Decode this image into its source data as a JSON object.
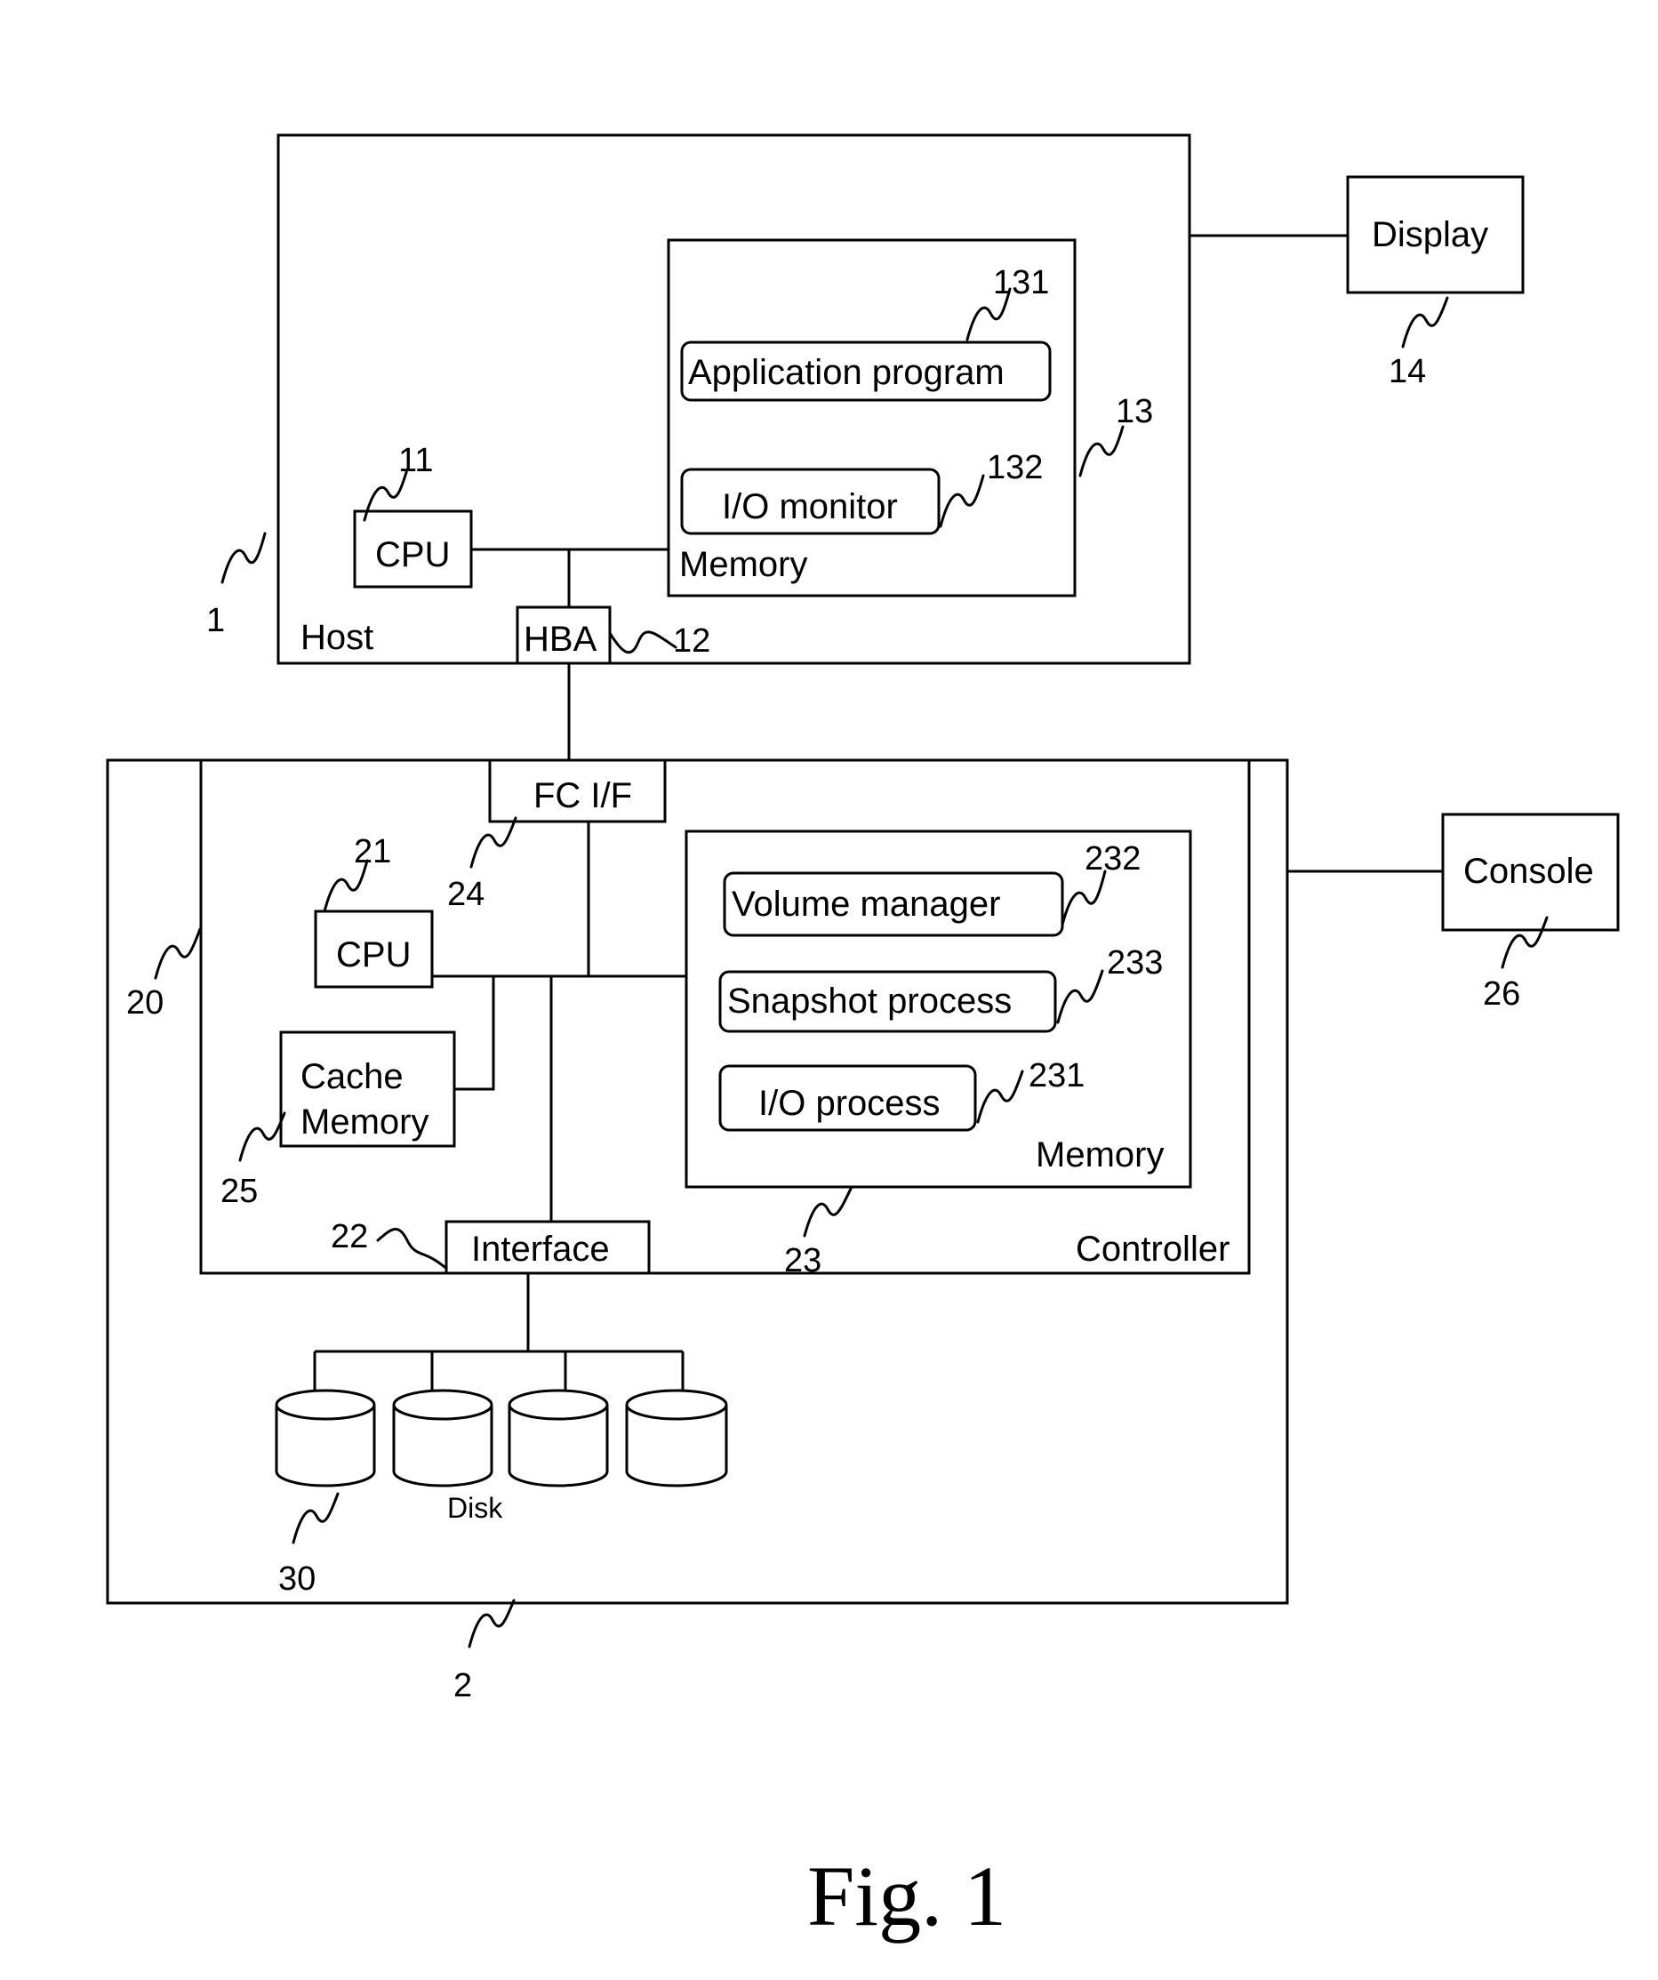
{
  "host": {
    "label": "Host",
    "ref": "1",
    "cpu": {
      "label": "CPU",
      "ref": "11"
    },
    "hba": {
      "label": "HBA",
      "ref": "12"
    },
    "memory": {
      "label": "Memory",
      "ref": "13",
      "application_program": {
        "label": "Application program",
        "ref": "131"
      },
      "io_monitor": {
        "label": "I/O monitor",
        "ref": "132"
      }
    }
  },
  "display": {
    "label": "Display",
    "ref": "14"
  },
  "storage": {
    "ref": "2",
    "controller": {
      "label": "Controller",
      "ref": "20",
      "cpu": {
        "label": "CPU",
        "ref": "21"
      },
      "fc_if": {
        "label": "FC I/F",
        "ref": "24"
      },
      "cache_memory": {
        "label_line1": "Cache",
        "label_line2": "Memory",
        "ref": "25"
      },
      "interface": {
        "label": "Interface",
        "ref": "22"
      },
      "memory": {
        "label": "Memory",
        "ref": "23",
        "volume_manager": {
          "label": "Volume manager",
          "ref": "232"
        },
        "snapshot_process": {
          "label": "Snapshot process",
          "ref": "233"
        },
        "io_process": {
          "label": "I/O process",
          "ref": "231"
        }
      }
    },
    "disks": {
      "label": "Disk",
      "ref": "30",
      "count": 4
    }
  },
  "console": {
    "label": "Console",
    "ref": "26"
  },
  "figure_caption": "Fig. 1"
}
